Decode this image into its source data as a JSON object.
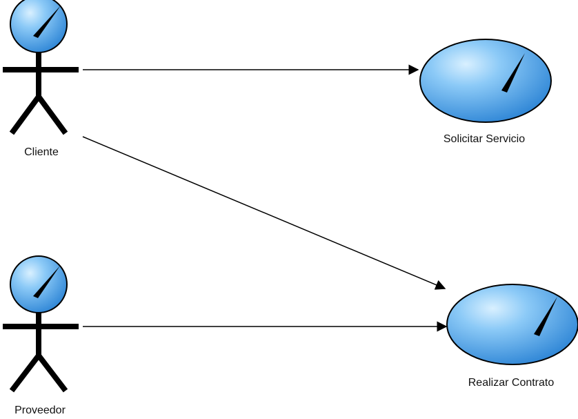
{
  "actors": [
    {
      "id": "cliente",
      "name": "Cliente"
    },
    {
      "id": "proveedor",
      "name": "Proveedor"
    }
  ],
  "use_cases": [
    {
      "id": "solicitar",
      "name": "Solicitar Servicio"
    },
    {
      "id": "realizar",
      "name": "Realizar Contrato"
    }
  ],
  "associations": [
    {
      "from": "Cliente",
      "to": "Solicitar Servicio"
    },
    {
      "from": "Cliente",
      "to": "Realizar Contrato"
    },
    {
      "from": "Proveedor",
      "to": "Realizar Contrato"
    }
  ],
  "colors": {
    "fill_light": "#a9dcff",
    "fill_dark": "#2f86d6",
    "stroke": "#000000",
    "line": "#000000"
  }
}
